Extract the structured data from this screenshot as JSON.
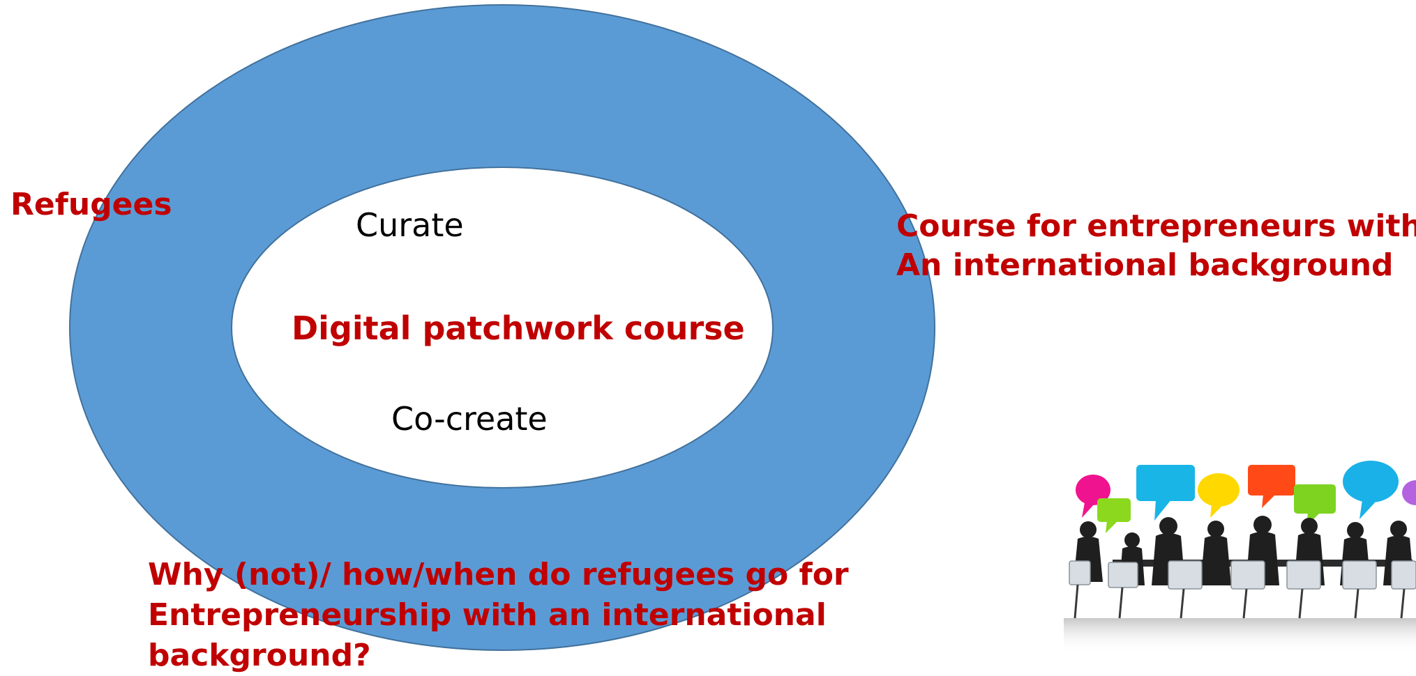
{
  "labels": {
    "refugees": "Refugees",
    "course_line1": "Course for entrepreneurs with",
    "course_line2": "An international background",
    "curate": "Curate",
    "digital_patchwork": "Digital patchwork course",
    "cocreate": "Co-create",
    "question_line1": "Why (not)/ how/when do refugees go for",
    "question_line2": "Entrepreneurship with an international",
    "question_line3": "background?"
  },
  "colors": {
    "outer_ring": "#5b9bd5",
    "outer_ring_stroke": "#41719c",
    "inner_fill": "#ffffff",
    "emphasis_text": "#c00000",
    "plain_text": "#000000"
  },
  "image": {
    "name": "meeting-speech-bubbles-illustration",
    "bubble_colors": [
      "#f0138f",
      "#8bd81e",
      "#19b5e6",
      "#ffd800",
      "#ff4a17",
      "#7ed321",
      "#1ab0e8",
      "#b462e0"
    ]
  }
}
